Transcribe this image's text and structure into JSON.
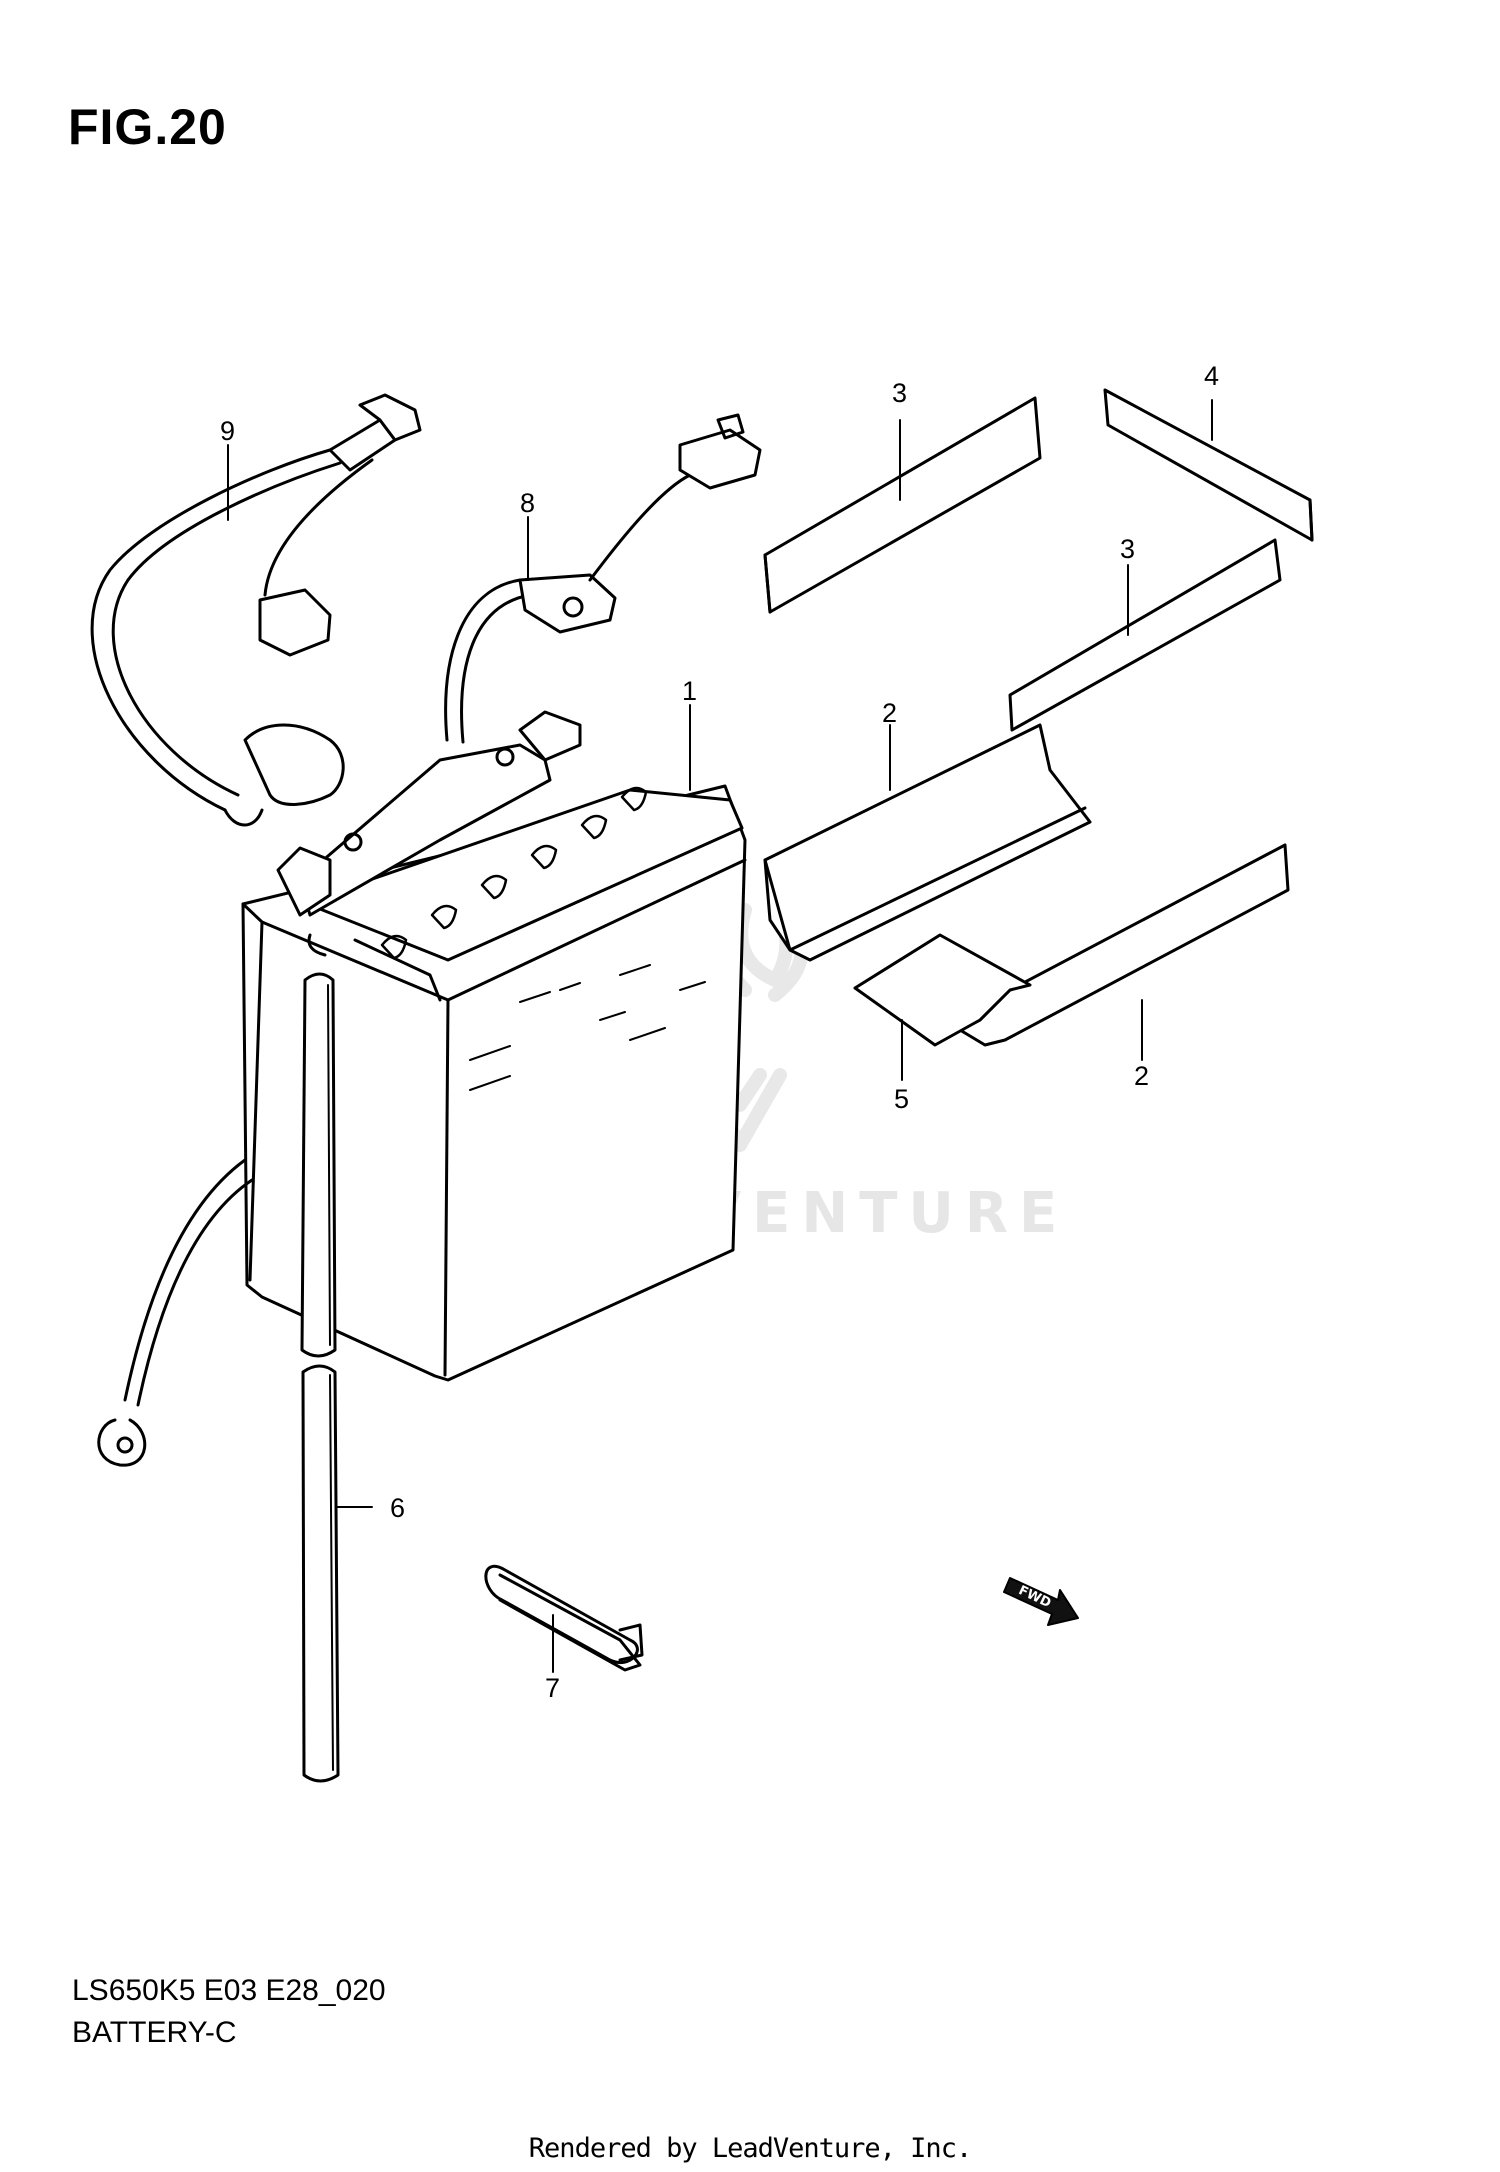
{
  "figure": {
    "title": "FIG.20",
    "model_code": "LS650K5 E03 E28_020",
    "section_name": "BATTERY-C"
  },
  "callouts": [
    {
      "id": "c1a",
      "label": "1",
      "part": "battery"
    },
    {
      "id": "c2a",
      "label": "2",
      "part": "battery-case-left"
    },
    {
      "id": "c2b",
      "label": "2",
      "part": "battery-case-right"
    },
    {
      "id": "c3a",
      "label": "3",
      "part": "cushion-top"
    },
    {
      "id": "c3b",
      "label": "3",
      "part": "cushion-middle"
    },
    {
      "id": "c4a",
      "label": "4",
      "part": "cushion-side"
    },
    {
      "id": "c5a",
      "label": "5",
      "part": "cushion-bottom"
    },
    {
      "id": "c6a",
      "label": "6",
      "part": "breather-hose"
    },
    {
      "id": "c7a",
      "label": "7",
      "part": "battery-band"
    },
    {
      "id": "c8a",
      "label": "8",
      "part": "negative-lead-wire"
    },
    {
      "id": "c9a",
      "label": "9",
      "part": "positive-lead-wire"
    }
  ],
  "direction_mark": {
    "label": "FWD",
    "icon": "fwd-arrow-icon"
  },
  "watermark": {
    "text": "LEADVENTURE",
    "icon": "leadventure-logo-icon",
    "color": "#e6e6e6"
  },
  "footer": {
    "rendered_by": "Rendered by LeadVenture, Inc."
  }
}
